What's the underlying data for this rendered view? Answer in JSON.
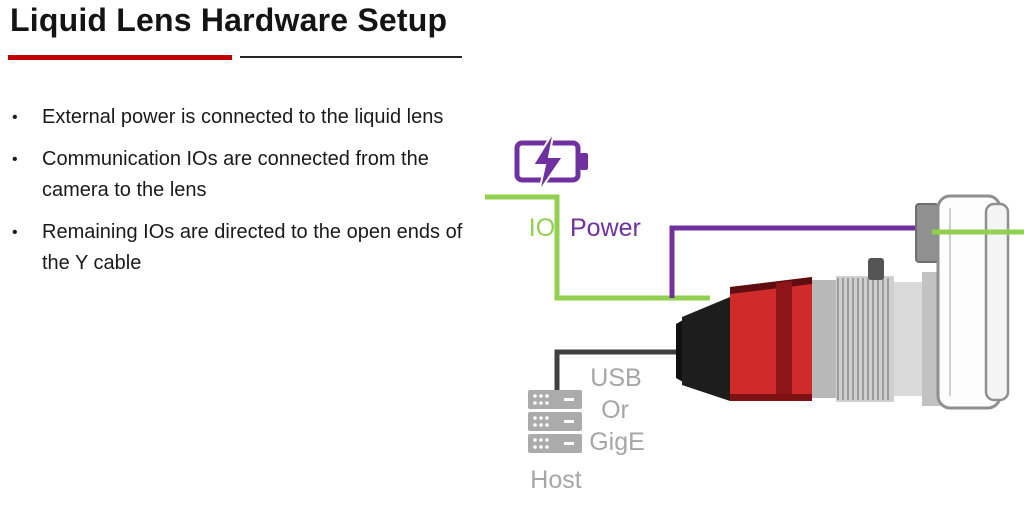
{
  "title": "Liquid Lens Hardware Setup",
  "bullet_char": "•",
  "bullets": [
    "External power is connected to the liquid lens",
    "Communication IOs are connected from the camera to the lens",
    "Remaining IOs are directed to the open ends of the Y cable"
  ],
  "diagram": {
    "io_label": "IO",
    "power_label": "Power",
    "usb_line1": "USB",
    "usb_line2": "Or",
    "usb_line3": "GigE",
    "host_label": "Host"
  },
  "colors": {
    "accent_red": "#C00000",
    "cable_green": "#92D050",
    "cable_purple": "#7030A0",
    "cable_dark": "#404040",
    "label_gray": "#A6A6A6",
    "camera_red": "#D02A2A"
  }
}
